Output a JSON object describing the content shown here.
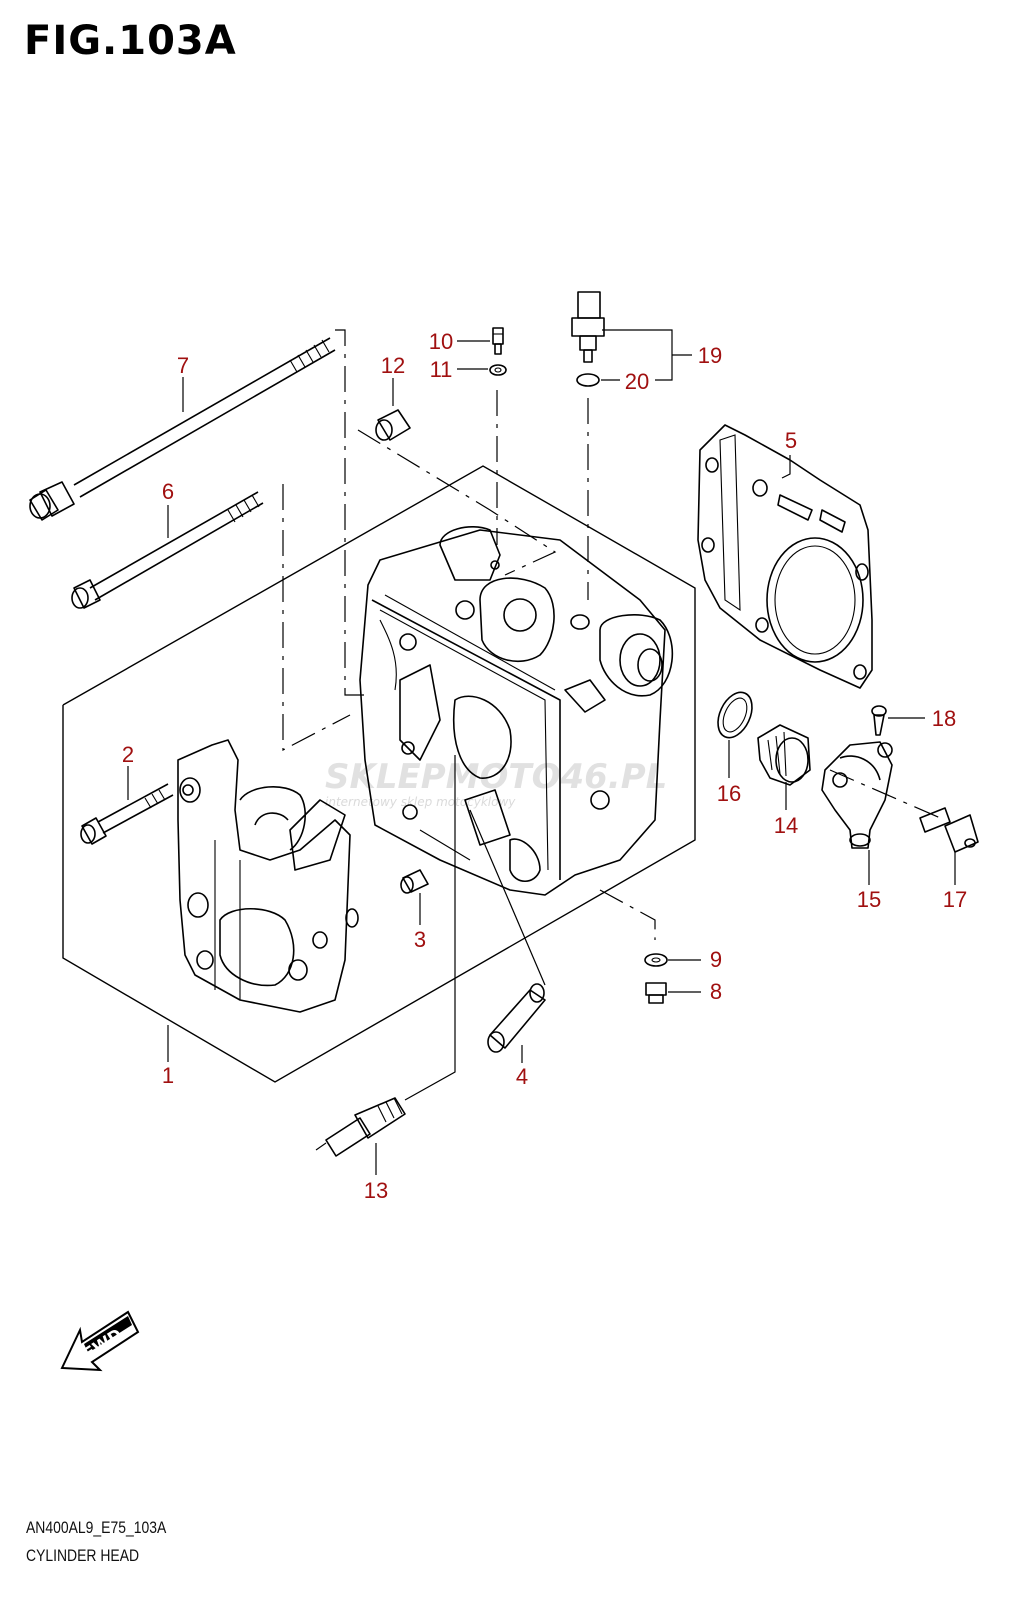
{
  "figure": {
    "title": "FIG.103A",
    "code": "AN400AL9_E75_103A",
    "name": "CYLINDER HEAD"
  },
  "fwd_label": "FWD",
  "watermark": {
    "brand": "SKLEPMOTO46.PL",
    "tagline": "internetowy sklep motocyklowy"
  },
  "callouts": {
    "c1": "1",
    "c2": "2",
    "c3": "3",
    "c4": "4",
    "c5": "5",
    "c6": "6",
    "c7": "7",
    "c8": "8",
    "c9": "9",
    "c10": "10",
    "c11": "11",
    "c12": "12",
    "c13": "13",
    "c14": "14",
    "c15": "15",
    "c16": "16",
    "c17": "17",
    "c18": "18",
    "c19": "19",
    "c20": "20"
  },
  "colors": {
    "callout": "#a01010",
    "line": "#000000",
    "watermark": "#c8c8c8"
  }
}
